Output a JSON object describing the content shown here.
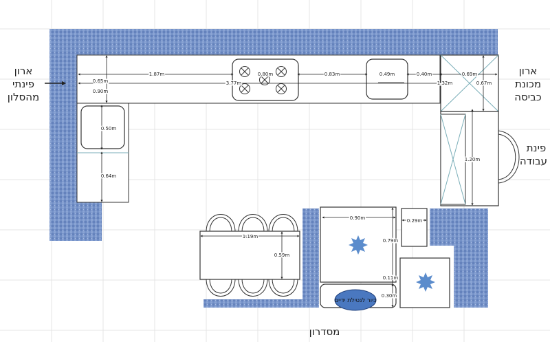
{
  "labels": {
    "living_corner_cabinet": [
      "ארון",
      "פינתי",
      "מהסלון"
    ],
    "washing_machine_cabinet": [
      "ארון",
      "מכונת",
      "כביסה"
    ],
    "work_corner": [
      "פינת",
      "עבודה"
    ],
    "drain": "מסדרון",
    "hand_wash_sink": "כיור לנטילת ידיים"
  },
  "dimensions": {
    "top_run_1": "1.87m",
    "top_run_2": "0.80m",
    "top_run_3": "0.83m",
    "top_run_4": "0.49m",
    "top_run_5": "0.40m",
    "top_run_6": "0.69m",
    "total_top": "3.77m",
    "right_total": "1.32m",
    "right_depth": "0.67m",
    "left_depth": "0.65m",
    "left_inner": "0.90m",
    "left_sink": "0.50m",
    "left_lower": "0.64m",
    "right_side": "1.20m",
    "table_width": "1.19m",
    "table_depth": "0.59m",
    "island_width": "0.90m",
    "island_height": "0.79m",
    "island_gap": "0.11m",
    "hand_sink_height": "0.30m",
    "small_cabinet": "0.29m"
  },
  "colors": {
    "wall": "#6f8fc6",
    "counter_line": "#333333",
    "cabinet_x": "#7aaeb8",
    "star": "#5b8ccc",
    "sink_oval": "#4a78c0"
  }
}
